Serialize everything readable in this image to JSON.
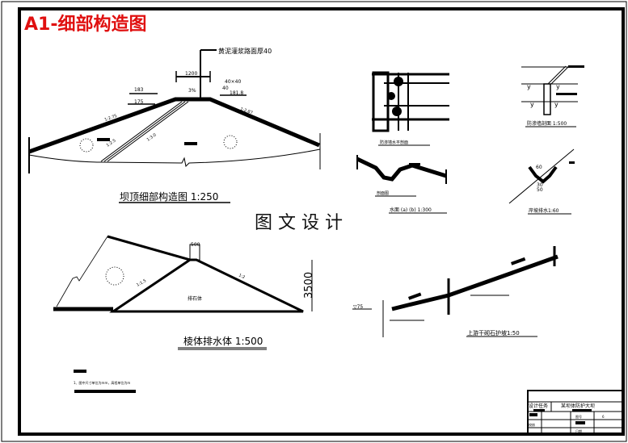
{
  "title": "A1-细部构造图",
  "watermark": "图 文 设 计",
  "colors": {
    "title": "#e01010",
    "line": "#000000",
    "background": "#ffffff"
  },
  "dam_crest": {
    "caption": "坝顶细部构造图  1:250",
    "pavement_note": "黄泥灌浆路面厚40",
    "width_dim": "1200",
    "curb_dim": "40×40",
    "curb_h": "40",
    "slope_pct": "3%",
    "elev_1": "183",
    "elev_2": "175",
    "elev_crest": "181.8",
    "slope_up": "1:2.75",
    "slope_down": "1:2.87",
    "core_slope_1": "1:2.5",
    "core_slope_2": "1:3.0"
  },
  "cutoff_plan": {
    "caption": "防渗墙水平剖面"
  },
  "ditch": {
    "section_label": "剖面图",
    "caption": "水面 (a) (b) 1:300"
  },
  "cutoff_section": {
    "caption": "防渗墙剖面 1:500",
    "marks": [
      "y",
      "y",
      "y",
      "y"
    ]
  },
  "bank_drain": {
    "caption": "岸坡排水1:60",
    "dims": [
      "60",
      "30",
      "50"
    ]
  },
  "prism_drain": {
    "caption": "棱体排水体  1:500",
    "top_width": "500",
    "height": "3500",
    "slope_left": "1:1.5",
    "slope_right": "1:2",
    "body_label": "排石体"
  },
  "note": "1、图中尺寸单位为mm，高程单位为m",
  "riprap": {
    "caption": "上游干砌石护坡1:50",
    "elev": "▽75"
  },
  "title_block": {
    "task_label": "设计任务",
    "project": "某坝体防护大坝",
    "review": "校核",
    "drawing_no_label": "图号",
    "drawing_no": "6",
    "date_label": "日期"
  }
}
